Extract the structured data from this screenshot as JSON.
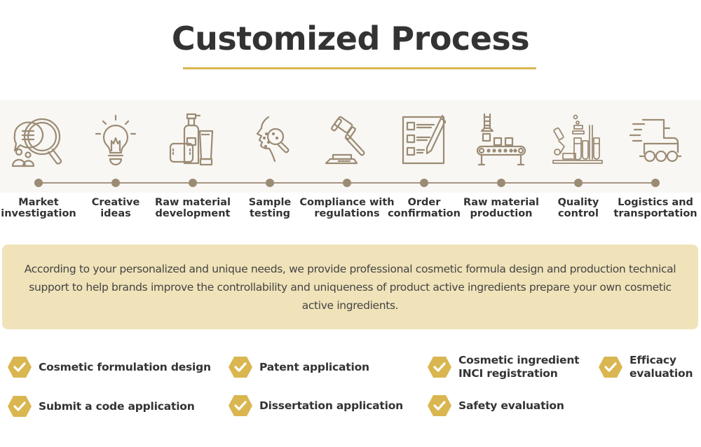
{
  "header": {
    "title": "Customized Process",
    "accent_color": "#d9b650"
  },
  "process": {
    "line_color": "#a69580",
    "icon_color": "#9c8b74",
    "steps": [
      {
        "label": "Market\ninvestigation",
        "icon": "market-research-icon"
      },
      {
        "label": "Creative\nideas",
        "icon": "lightbulb-icon"
      },
      {
        "label": "Raw material\ndevelopment",
        "icon": "cosmetic-products-icon"
      },
      {
        "label": "Sample\ntesting",
        "icon": "face-magnifier-icon"
      },
      {
        "label": "Compliance with\nregulations",
        "icon": "gavel-icon"
      },
      {
        "label": "Order\nconfirmation",
        "icon": "checklist-pen-icon"
      },
      {
        "label": "Raw material\nproduction",
        "icon": "conveyor-belt-icon"
      },
      {
        "label": "Quality\ncontrol",
        "icon": "lab-microscope-icon"
      },
      {
        "label": "Logistics and\ntransportation",
        "icon": "delivery-truck-icon"
      }
    ]
  },
  "description": {
    "text": "According to your personalized and unique needs, we provide professional cosmetic formula design and production technical support to help brands improve the controllability and uniqueness of product active ingredients prepare your own cosmetic active ingredients.",
    "background": "#f0e3b9"
  },
  "features": {
    "badge_color": "#d9b650",
    "items": [
      {
        "label": "Cosmetic formulation design",
        "icon": "check-hexagon-icon"
      },
      {
        "label": "Patent application",
        "icon": "check-hexagon-icon"
      },
      {
        "label": "Cosmetic ingredient\nINCI registration",
        "icon": "check-hexagon-icon"
      },
      {
        "label": "Efficacy\nevaluation",
        "icon": "check-hexagon-icon"
      },
      {
        "label": "Submit a code application",
        "icon": "check-hexagon-icon"
      },
      {
        "label": "Dissertation application",
        "icon": "check-hexagon-icon"
      },
      {
        "label": "Safety evaluation",
        "icon": "check-hexagon-icon"
      }
    ]
  }
}
